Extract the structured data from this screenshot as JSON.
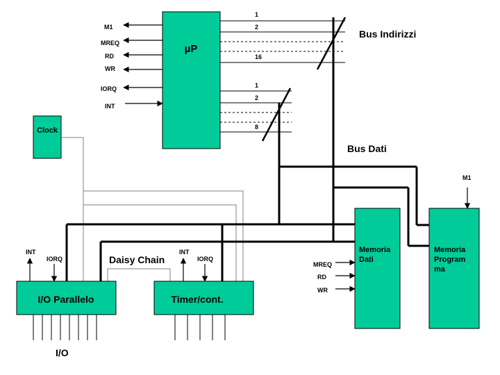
{
  "colors": {
    "block_fill": "#00cc99",
    "line": "#000000",
    "thin_line": "#808080"
  },
  "blocks": {
    "cpu": "µP",
    "clock": "Clock",
    "io_parallel": "I/O Parallelo",
    "timer": "Timer/cont.",
    "mem_data_1": "Memoria",
    "mem_data_2": "Dati",
    "mem_prog_1": "Memoria",
    "mem_prog_2": "Program",
    "mem_prog_3": "ma"
  },
  "cpu_signals": {
    "m1": "M1",
    "mreq": "MREQ",
    "rd": "RD",
    "wr": "WR",
    "iorq": "IORQ",
    "int": "INT"
  },
  "address_bus": {
    "label": "Bus Indirizzi",
    "line_1": "1",
    "line_2": "2",
    "line_16": "16"
  },
  "data_bus": {
    "label": "Bus Dati",
    "line_1": "1",
    "line_2": "2",
    "line_8": "8"
  },
  "daisy_chain": "Daisy Chain",
  "io_label": "I/O",
  "io_signals": {
    "int": "INT",
    "iorq": "IORQ"
  },
  "timer_signals": {
    "int": "INT",
    "iorq": "IORQ"
  },
  "memory_data_signals": {
    "mreq": "MREQ",
    "rd": "RD",
    "wr": "WR"
  },
  "memory_prog_signals": {
    "m1": "M1"
  }
}
